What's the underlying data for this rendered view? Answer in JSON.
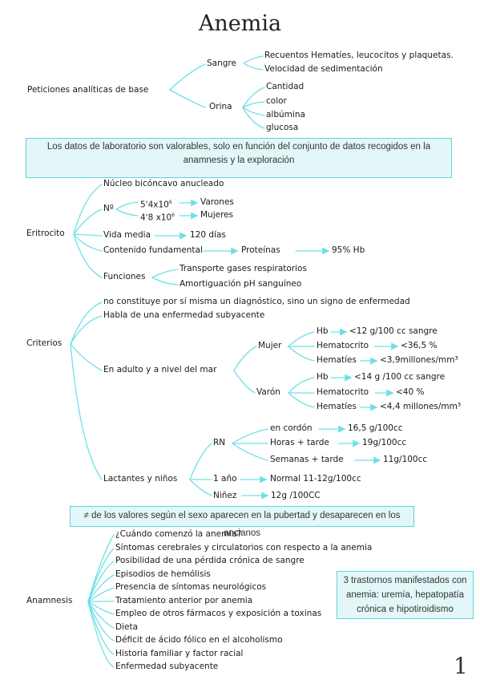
{
  "title": "Anemia",
  "peticiones": {
    "root": "Peticiones analíticas de base",
    "sangre": "Sangre",
    "sangre_items": [
      "Recuentos Hematíes, leucocitos y plaquetas.",
      "Velocidad de sedimentación"
    ],
    "orina": "Orina",
    "orina_items": [
      "Cantidad",
      "color",
      "albúmina",
      "glucosa"
    ]
  },
  "box1": "Los datos de laboratorio son valorables, solo en función del conjunto de datos recogidos en la anamnesis y la exploración",
  "eritrocito": {
    "root": "Eritrocito",
    "nucleo": "Núcleo bicóncavo anucleado",
    "n_label": "Nº",
    "n_values": [
      {
        "base": "5'4x10",
        "exp": "6",
        "sex": "Varones"
      },
      {
        "base": "4'8 x10",
        "exp": "6",
        "sex": "Mujeres"
      }
    ],
    "vida_media": "Vida media",
    "vida_media_value": "120 días",
    "contenido": "Contenido fundamental",
    "proteinas": "Proteínas",
    "hb": "95% Hb",
    "funciones": "Funciones",
    "funciones_items": [
      "Transporte gases respiratorios",
      "Amortiguación pH sanguíneo"
    ]
  },
  "criterios": {
    "root": "Criterios",
    "items": [
      "no constituye por sí misma un diagnóstico, sino un signo de enfermedad",
      "Habla de una enfermedad subyacente"
    ],
    "adulto": "En adulto y a nivel del mar",
    "mujer": "Mujer",
    "mujer_items": [
      {
        "label": "Hb",
        "value": "<12 g/100 cc sangre"
      },
      {
        "label": "Hematocrito",
        "value": "<36,5 %"
      },
      {
        "label": "Hematíes",
        "value": "<3,9millones/mm³"
      }
    ],
    "varon": "Varón",
    "varon_items": [
      {
        "label": "Hb",
        "value": "<14 g /100 cc sangre"
      },
      {
        "label": "Hematocrito",
        "value": "<40 %"
      },
      {
        "label": "Hematíes",
        "value": "<4,4 millones/mm³"
      }
    ],
    "lactantes": "Lactantes y niños",
    "rn": "RN",
    "rn_items": [
      {
        "label": "en cordón",
        "value": "16,5 g/100cc"
      },
      {
        "label": "Horas + tarde",
        "value": "19g/100cc"
      },
      {
        "label": "Semanas + tarde",
        "value": "11g/100cc"
      }
    ],
    "anio": "1 año",
    "anio_value": "Normal 11-12g/100cc",
    "ninez": "Niñez",
    "ninez_value": "12g /100CC"
  },
  "box2": "≠ de los valores según el sexo aparecen en la pubertad y desaparecen en los ancianos",
  "anamnesis": {
    "root": "Anamnesis",
    "items": [
      "¿Cuándo comenzó la anemia?",
      "Síntomas cerebrales y circulatorios con respecto a la anemia",
      "Posibilidad de una pérdida crónica de sangre",
      "Episodios de hemólisis",
      "Presencia de síntomas neurológicos",
      "Tratamiento anterior por anemia",
      "Empleo de otros fármacos y exposición a toxinas",
      "Dieta",
      "Déficit de ácido fólico en el alcoholismo",
      "Historia familiar y factor racial",
      "Enfermedad subyacente"
    ]
  },
  "note": "3 trastornos manifestados con anemia: uremía, hepatopatía crónica e hipotiroidismo",
  "page_number": "1",
  "colors": {
    "line": "#6ee0e6",
    "box_fill": "#e4f7f8",
    "box_border": "#5fd3d8"
  }
}
